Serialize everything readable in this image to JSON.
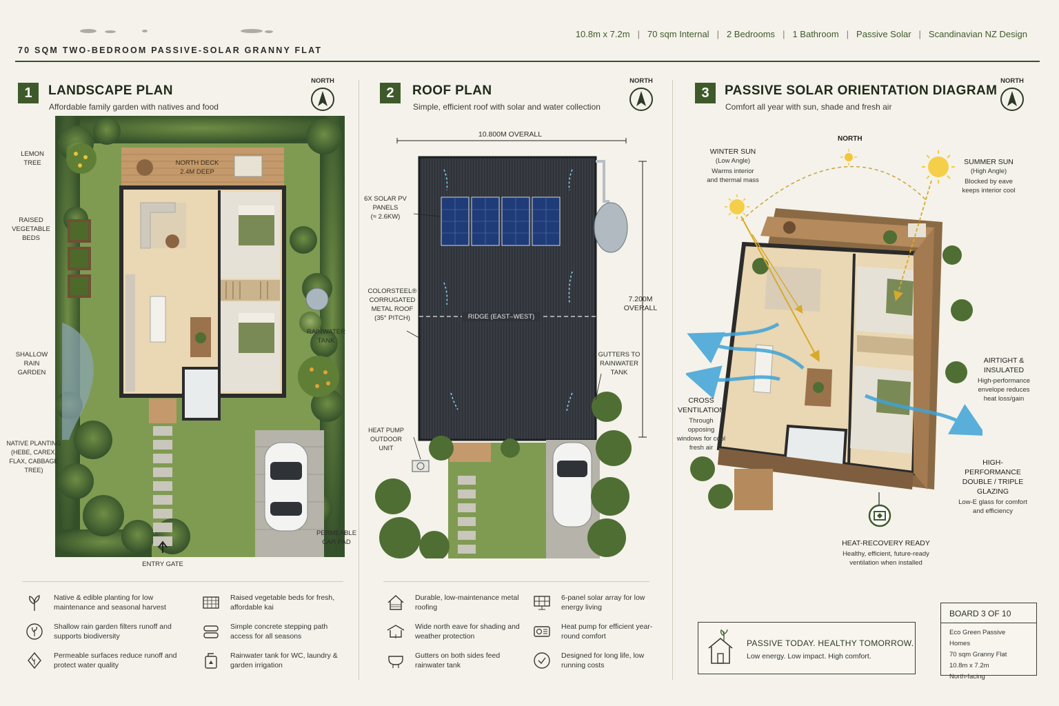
{
  "header": {
    "title": "70 SQM TWO-BEDROOM PASSIVE-SOLAR GRANNY FLAT",
    "specs": [
      "10.8m x 7.2m",
      "70 sqm Internal",
      "2 Bedrooms",
      "1 Bathroom",
      "Passive Solar",
      "Scandinavian NZ Design"
    ]
  },
  "north_label": "NORTH",
  "landscape": {
    "num": "1",
    "title": "LANDSCAPE PLAN",
    "subtitle": "Affordable family garden with natives and food",
    "labels": {
      "lemon": "LEMON\nTREE",
      "veg": "RAISED\nVEGETABLE\nBEDS",
      "rain": "SHALLOW\nRAIN GARDEN",
      "native": "NATIVE PLANTING\n(HEBE, CAREX,\nFLAX, CABBAGE TREE)",
      "deck": "NORTH DECK\n2.4m DEEP",
      "tank": "RAINWATER\nTANK",
      "carpad": "PERMEABLE\nCAR PAD",
      "gate": "ENTRY GATE"
    },
    "features": [
      "Native & edible planting for low maintenance and seasonal harvest",
      "Raised vegetable beds for fresh, affordable kai",
      "Shallow rain garden filters runoff and supports biodiversity",
      "Simple concrete stepping path access for all seasons",
      "Permeable surfaces reduce runoff and protect water quality",
      "Rainwater tank for WC, laundry & garden irrigation"
    ]
  },
  "roof": {
    "num": "2",
    "title": "ROOF PLAN",
    "subtitle": "Simple, efficient roof with solar and water collection",
    "labels": {
      "overall_w": "10.800m OVERALL",
      "overall_h": "7.200m\nOVERALL",
      "solar": "6x SOLAR PV\nPANELS\n(≈ 2.6kW)",
      "roofing": "COLORSTEEL®\nCORRUGATED\nMETAL ROOF\n(35° PITCH)",
      "ridge": "RIDGE (EAST–WEST)",
      "gutters": "GUTTERS TO\nRAINWATER\nTANK",
      "heatpump": "HEAT PUMP\nOUTDOOR UNIT"
    },
    "features": [
      "Durable, low-maintenance metal roofing",
      "6-panel solar array for low energy living",
      "Wide north eave for shading and weather protection",
      "Heat pump for efficient year-round comfort",
      "Gutters on both sides feed rainwater tank",
      "Designed for long life, low running costs"
    ]
  },
  "solar": {
    "num": "3",
    "title": "PASSIVE SOLAR ORIENTATION DIAGRAM",
    "subtitle": "Comfort all year with sun, shade and fresh air",
    "north_top": "NORTH",
    "winter": {
      "title": "WINTER SUN",
      "angle": "(Low Angle)",
      "desc": "Warms interior\nand thermal mass"
    },
    "summer": {
      "title": "SUMMER SUN",
      "angle": "(High Angle)",
      "desc": "Blocked by eave\nkeeps interior cool"
    },
    "airtight": {
      "title": "AIRTIGHT &\nINSULATED",
      "desc": "High-performance\nenvelope reduces\nheat loss/gain"
    },
    "cross": {
      "title": "CROSS\nVENTILATION",
      "desc": "Through opposing\nwindows for cool\nfresh air"
    },
    "glazing": {
      "title": "HIGH-PERFORMANCE\nDOUBLE / TRIPLE\nGLAZING",
      "desc": "Low-E glass for comfort\nand efficiency"
    },
    "heatrec": {
      "title": "HEAT-RECOVERY READY",
      "desc": "Healthy, efficient, future-ready\nventilation when installed"
    }
  },
  "tagline": {
    "title": "PASSIVE TODAY. HEALTHY TOMORROW.",
    "sub": "Low energy. Low impact. High comfort."
  },
  "board": {
    "title": "BOARD 3 OF 10",
    "lines": [
      "Eco Green Passive Homes",
      "70 sqm Granny Flat",
      "10.8m x 7.2m",
      "North-facing"
    ]
  },
  "colors": {
    "accent": "#3f5a2a",
    "roof": "#2f3338",
    "grass": "#7d9a4f",
    "deck": "#c49a6c",
    "floor": "#ead7b3",
    "sun": "#f2c53a",
    "air": "#3ea3d8"
  }
}
